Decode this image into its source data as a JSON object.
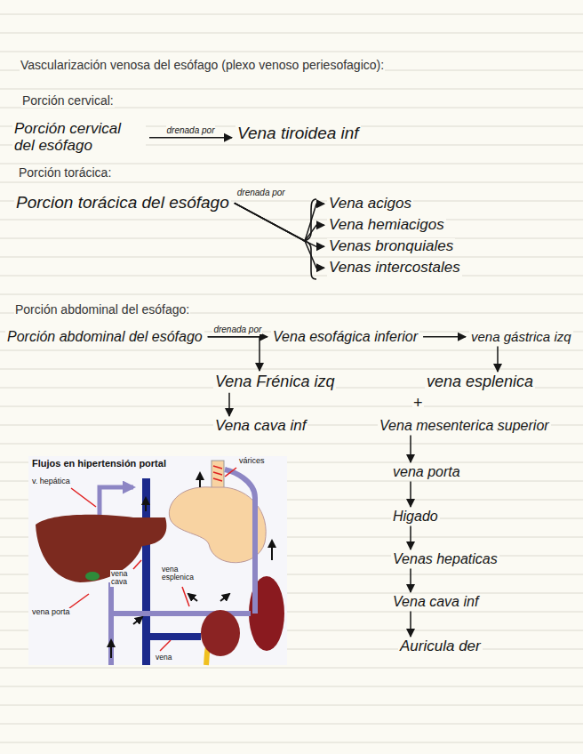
{
  "diagram": {
    "title": "Vascularización venosa del esófago (plexo venoso periesofagico):",
    "nodes": [
      {
        "text": [
          "Porción cervical del esófago"
        ]
      },
      {
        "text": [
          "Vena tiroidea inf"
        ]
      },
      {
        "text": [
          "Porcion torácica del esófago"
        ]
      },
      {
        "text": [
          "Vena acigos"
        ]
      },
      {
        "text": [
          "Vena hemiacigos"
        ]
      },
      {
        "text": [
          "Venas bronquiales"
        ]
      },
      {
        "text": [
          "Venas intercostales"
        ]
      },
      {
        "text": [
          "Porción abdominal del esófago"
        ]
      },
      {
        "text": [
          "Vena esofágica inferior"
        ]
      },
      {
        "text": [
          "vena gástrica izq"
        ]
      },
      {
        "text": [
          "Vena Frénica izq"
        ]
      },
      {
        "text": [
          "Vena cava inf"
        ]
      },
      {
        "text": [
          "vena esplenica"
        ]
      },
      {
        "text": [
          "Vena mesenterica superior"
        ]
      },
      {
        "text": [
          "vena porta"
        ]
      },
      {
        "text": [
          "Higado"
        ]
      },
      {
        "text": [
          "Venas hepaticas"
        ]
      },
      {
        "text": [
          "Vena cava inf"
        ]
      },
      {
        "text": [
          "Auricula der"
        ]
      }
    ],
    "edges": [
      {
        "from": 0,
        "to": 1,
        "label": "drenada por",
        "arrow": "to"
      },
      {
        "from": 2,
        "to": 3,
        "label": "drenada por",
        "arrow": "to"
      },
      {
        "from": 2,
        "to": 4,
        "arrow": "to"
      },
      {
        "from": 2,
        "to": 5,
        "arrow": "to"
      },
      {
        "from": 2,
        "to": 6,
        "arrow": "to"
      },
      {
        "from": 7,
        "to": 8,
        "label": "drenada por",
        "arrow": "to"
      },
      {
        "from": 8,
        "to": 9,
        "arrow": "to"
      },
      {
        "from": 7,
        "to": 10,
        "arrow": "to"
      },
      {
        "from": 10,
        "to": 11,
        "arrow": "to"
      },
      {
        "from": 9,
        "to": 12,
        "arrow": "to"
      },
      {
        "from": 13,
        "to": 14,
        "arrow": "to"
      },
      {
        "from": 14,
        "to": 15,
        "arrow": "to"
      },
      {
        "from": 15,
        "to": 16,
        "arrow": "to"
      },
      {
        "from": 16,
        "to": 17,
        "arrow": "to"
      },
      {
        "from": 17,
        "to": 18,
        "arrow": "to"
      }
    ],
    "labels": [
      "Porción cervical:",
      "Porción torácica:",
      "Porción abdominal del esófago:",
      "+",
      "Flujos en hipertensión portal",
      "v. hepática",
      "várices",
      "vena cava",
      "vena esplenica",
      "vena porta",
      "vena"
    ]
  }
}
